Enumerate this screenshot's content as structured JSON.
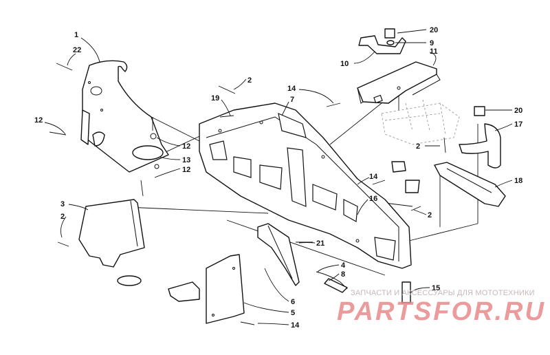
{
  "diagram": {
    "callouts": [
      "1",
      "22",
      "12",
      "12",
      "13",
      "12",
      "2",
      "19",
      "7",
      "14",
      "20",
      "9",
      "10",
      "11",
      "2",
      "20",
      "17",
      "18",
      "14",
      "16",
      "2",
      "3",
      "2",
      "21",
      "4",
      "8",
      "6",
      "5",
      "14",
      "15"
    ]
  },
  "watermark": {
    "tagline": "ЗАПЧАСТИ И АКСЕССУАРЫ ДЛЯ МОТОТЕХНИКИ",
    "logo": "PARTSFOR.RU"
  }
}
